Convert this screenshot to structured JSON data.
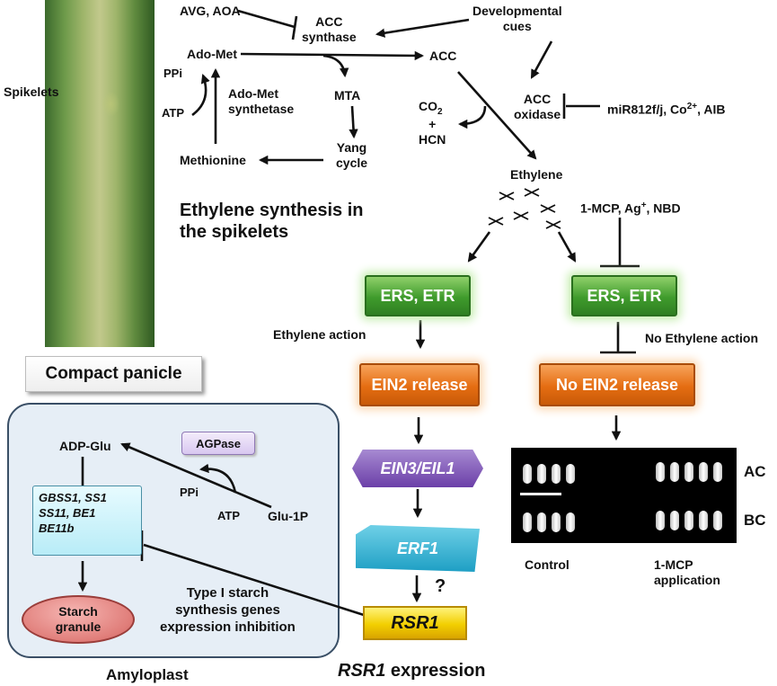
{
  "colors": {
    "green_box": "#3f9b2c",
    "orange_box": "#e56d12",
    "purple_box": "#6b3fa8",
    "teal_box": "#1e9fc4",
    "gold_box": "#f2cf00",
    "amyloplast_fill": "#e6eef6",
    "starch_fill": "#e07d79",
    "arrow": "#111111"
  },
  "panicle": {
    "spikelets_label": "Spikelets",
    "compact_label": "Compact panicle"
  },
  "synthesis": {
    "avg_aoa": "AVG, AOA",
    "acc_synthase": "ACC\nsynthase",
    "developmental_cues": "Developmental\ncues",
    "ado_met": "Ado-Met",
    "acc": "ACC",
    "ppi": "PPi",
    "atp": "ATP",
    "ado_met_synthetase": "Ado-Met\nsynthetase",
    "mta": "MTA",
    "co2": "CO",
    "co2_sub": "2",
    "hcn": "+\nHCN",
    "acc_oxidase": "ACC\noxidase",
    "inhibitors_oxidase": "miR812f/j, Co",
    "inhibitors_oxidase_sup": "2+",
    "inhibitors_oxidase_tail": ", AIB",
    "yang_cycle": "Yang\ncycle",
    "methionine": "Methionine",
    "ethylene": "Ethylene",
    "title": "Ethylene synthesis in\nthe spikelets",
    "mcp_inhibitors": "1-MCP, Ag",
    "mcp_inhibitors_sup": "+",
    "mcp_inhibitors_tail": ", NBD"
  },
  "signaling": {
    "receptor_left": "ERS, ETR",
    "receptor_right": "ERS, ETR",
    "ethylene_action": "Ethylene action",
    "no_ethylene_action": "No Ethylene action",
    "ein2_release": "EIN2 release",
    "no_ein2_release": "No EIN2 release",
    "ein3_eil1": "EIN3/EIL1",
    "erf1": "ERF1",
    "question": "?",
    "rsr1": "RSR1",
    "rsr1_expression": "RSR1",
    "rsr1_expression_tail": " expression"
  },
  "grains": {
    "ac": "AC",
    "bc": "BC",
    "control": "Control",
    "mcp_application": "1-MCP\napplication"
  },
  "amyloplast": {
    "adp_glu": "ADP-Glu",
    "agpase": "AGPase",
    "genes": "GBSS1, SS1\nSS11, BE1\nBE11b",
    "ppi": "PPi",
    "atp": "ATP",
    "glu_1p": "Glu-1P",
    "starch_granule": "Starch\ngranule",
    "inhibition_note": "Type I starch\nsynthesis genes\nexpression inhibition",
    "title": "Amyloplast"
  }
}
